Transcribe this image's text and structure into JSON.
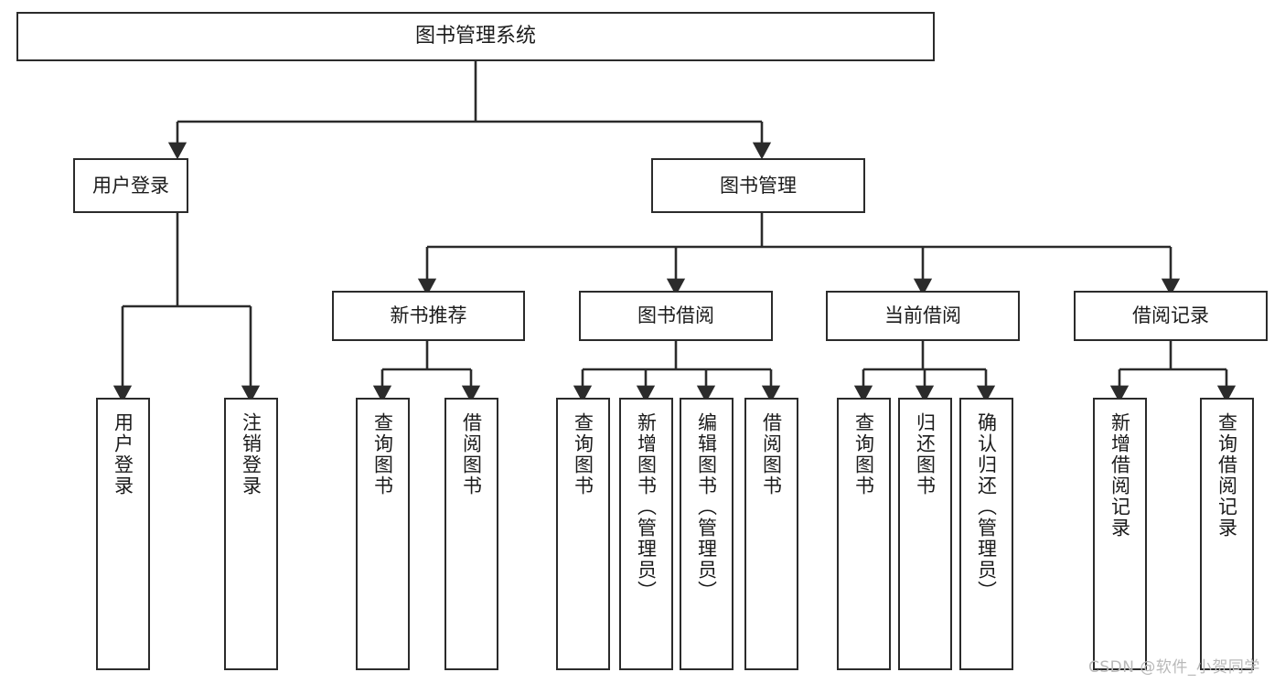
{
  "diagram": {
    "title": "图书管理系统",
    "type": "tree-hierarchy",
    "colors": {
      "node_border": "#2b2b2b",
      "node_fill": "#ffffff",
      "edge": "#2b2b2b",
      "text": "#1b1b1b",
      "watermark": "#b9b9b9",
      "background": "#ffffff"
    },
    "nodes": {
      "root": {
        "label": "图书管理系统"
      },
      "level1": [
        {
          "id": "user-login",
          "label": "用户登录"
        },
        {
          "id": "book-management",
          "label": "图书管理"
        }
      ],
      "level2": [
        {
          "id": "new-book-recommend",
          "label": "新书推荐"
        },
        {
          "id": "book-borrow",
          "label": "图书借阅"
        },
        {
          "id": "current-borrow",
          "label": "当前借阅"
        },
        {
          "id": "borrow-record",
          "label": "借阅记录"
        }
      ],
      "leaves": {
        "user-login": [
          {
            "id": "user-login-leaf",
            "label": "用户登录"
          },
          {
            "id": "user-logout-leaf",
            "label": "注销登录"
          }
        ],
        "new-book-recommend": [
          {
            "id": "query-book-1",
            "label": "查询图书"
          },
          {
            "id": "borrow-book-1",
            "label": "借阅图书"
          }
        ],
        "book-borrow": [
          {
            "id": "query-book-2",
            "label": "查询图书"
          },
          {
            "id": "add-book-admin",
            "label": "新增图书（管理员）"
          },
          {
            "id": "edit-book-admin",
            "label": "编辑图书（管理员）"
          },
          {
            "id": "borrow-book-2",
            "label": "借阅图书"
          }
        ],
        "current-borrow": [
          {
            "id": "query-book-3",
            "label": "查询图书"
          },
          {
            "id": "return-book",
            "label": "归还图书"
          },
          {
            "id": "confirm-return-admin",
            "label": "确认归还（管理员）"
          }
        ],
        "borrow-record": [
          {
            "id": "add-borrow-record",
            "label": "新增借阅记录"
          },
          {
            "id": "query-borrow-record",
            "label": "查询借阅记录"
          }
        ]
      }
    },
    "watermark": "CSDN @软件_小贺同学"
  }
}
